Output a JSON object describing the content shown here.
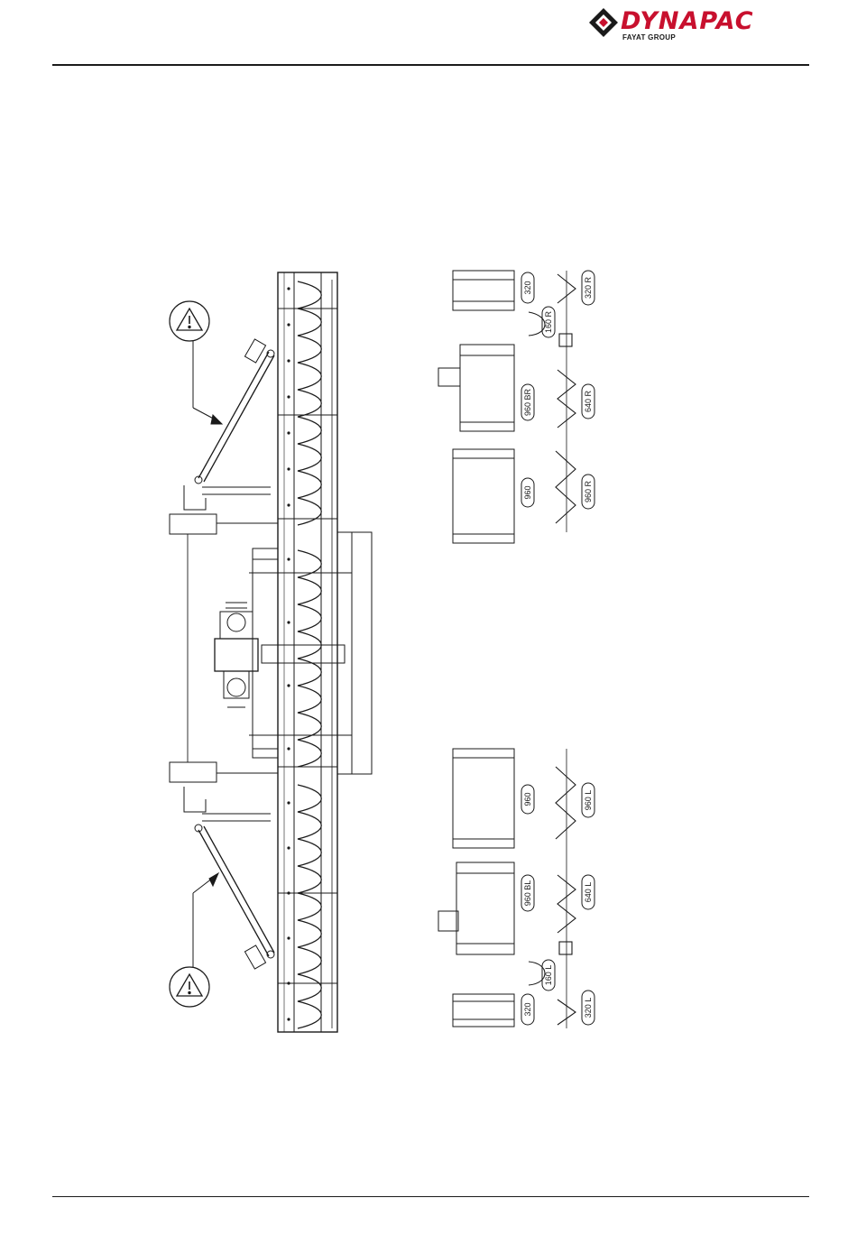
{
  "header": {
    "brand": "DYNAPAC",
    "brand_sub": "FAYAT GROUP",
    "brand_color": "#c8102e",
    "logo_icon": "diamond-mark-icon"
  },
  "diagram": {
    "warning_icons": [
      "warning-triangle-icon",
      "warning-triangle-icon"
    ],
    "labels": {
      "right_320": "320",
      "right_320_auger": "320 R",
      "right_160_auger": "160 R",
      "right_960_br": "960 BR",
      "right_640_auger": "640 R",
      "right_960": "960",
      "right_960_auger": "960 R",
      "left_960": "960",
      "left_960_auger": "960 L",
      "left_960_bl": "960 BL",
      "left_640_auger": "640 L",
      "left_160_auger": "160 L",
      "left_320": "320",
      "left_320_auger": "320 L"
    }
  }
}
